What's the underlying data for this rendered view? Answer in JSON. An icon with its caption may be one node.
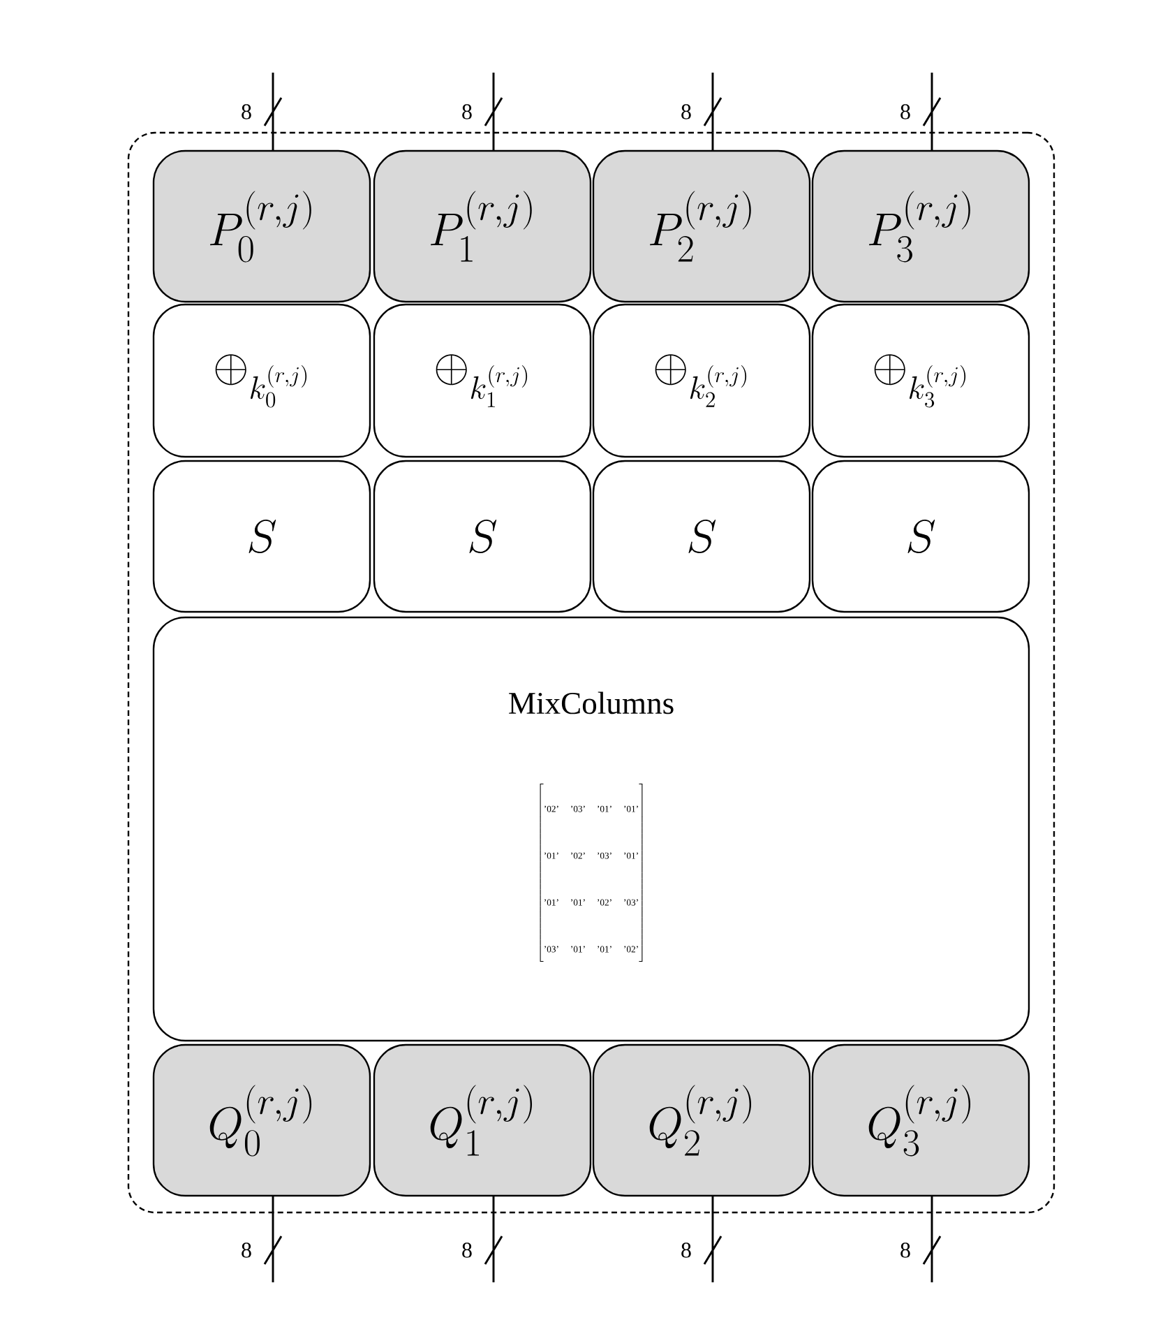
{
  "diagram": {
    "nodes": [
      {
        "text": [],
        "shape": "box"
      },
      {
        "text": [
          "P_0^{(r,j)}"
        ],
        "in": 0
      },
      {
        "text": [
          "P_1^{(r,j)}"
        ],
        "in": 0
      },
      {
        "text": [
          "P_2^{(r,j)}"
        ],
        "in": 0
      },
      {
        "text": [
          "P_3^{(r,j)}"
        ],
        "in": 0
      },
      {
        "text": [
          "\\oplus_{k_0^{(r,j)}}"
        ],
        "in": 0
      },
      {
        "text": [
          "\\oplus_{k_1^{(r,j)}}"
        ],
        "in": 0
      },
      {
        "text": [
          "\\oplus_{k_2^{(r,j)}}"
        ],
        "in": 0
      },
      {
        "text": [
          "\\oplus_{k_3^{(r,j)}}"
        ],
        "in": 0
      },
      {
        "text": [
          "S"
        ],
        "in": 0
      },
      {
        "text": [
          "S"
        ],
        "in": 0
      },
      {
        "text": [
          "S"
        ],
        "in": 0
      },
      {
        "text": [
          "S"
        ],
        "in": 0
      },
      {
        "text": [
          "MixColumns",
          "\\begin{bmatrix}\\text{'02'} & \\text{'03'} & \\text{'01'} & \\text{'01'} \\\\ \\text{'01'} & \\text{'02'} & \\text{'03'} & \\text{'01'} \\\\ \\text{'01'} & \\text{'01'} & \\text{'02'} & \\text{'03'} \\\\ \\text{'03'} & \\text{'01'} & \\text{'01'} & \\text{'02'}\\end{bmatrix}"
        ],
        "in": 0
      },
      {
        "text": [
          "Q_0^{(r,j)}"
        ],
        "in": 0
      },
      {
        "text": [
          "Q_1^{(r,j)}"
        ],
        "in": 0
      },
      {
        "text": [
          "Q_2^{(r,j)}"
        ],
        "in": 0
      },
      {
        "text": [
          "Q_3^{(r,j)}"
        ],
        "in": 0
      }
    ],
    "edges": [
      {
        "from": null,
        "to": 1,
        "arrow": "none",
        "label": "8"
      },
      {
        "from": null,
        "to": 2,
        "arrow": "none",
        "label": "8"
      },
      {
        "from": null,
        "to": 3,
        "arrow": "none",
        "label": "8"
      },
      {
        "from": null,
        "to": 4,
        "arrow": "none",
        "label": "8"
      },
      {
        "from": 14,
        "to": null,
        "arrow": "none",
        "label": "8"
      },
      {
        "from": 15,
        "to": null,
        "arrow": "none",
        "label": "8"
      },
      {
        "from": 16,
        "to": null,
        "arrow": "none",
        "label": "8"
      },
      {
        "from": 17,
        "to": null,
        "arrow": "none",
        "label": "8"
      }
    ]
  }
}
